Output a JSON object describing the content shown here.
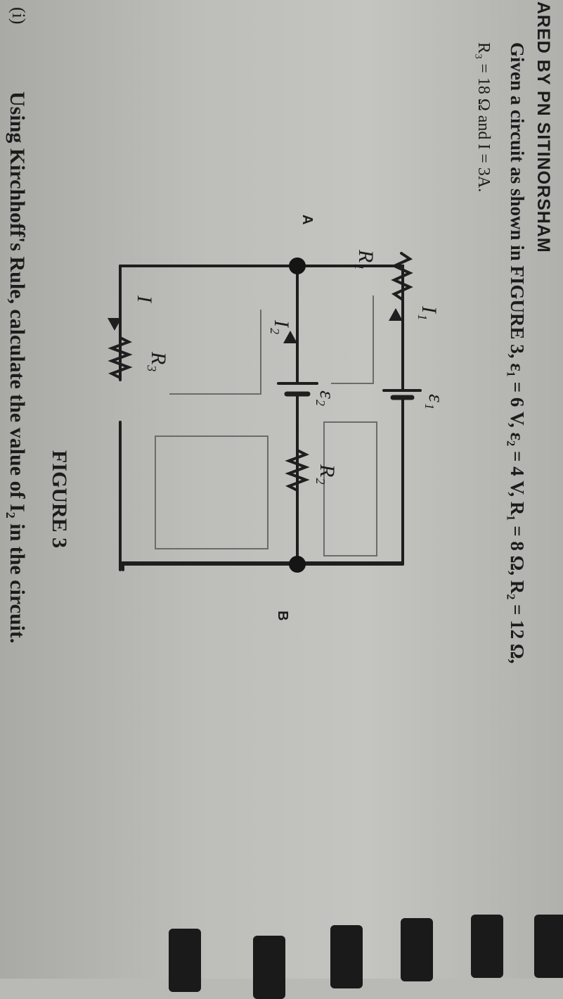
{
  "header": "ARED BY PN SITINORSHAM",
  "problem": {
    "line1": "Given a circuit as shown in FIGURE 3, ε₁ = 6 V, ε₂ = 4 V, R₁ = 8 Ω, R₂ = 12 Ω,",
    "line2": "R₃ = 18 Ω and I = 3A."
  },
  "figure": {
    "caption": "FIGURE 3",
    "labels": {
      "R1": "R₁",
      "R2": "R₂",
      "R3": "R₃",
      "e1": "ε₁",
      "e2": "ε₂",
      "I": "I",
      "I1": "I₁",
      "I2": "I₂",
      "A": "A",
      "B": "B"
    }
  },
  "question": {
    "number": "(i)",
    "text": "Using Kirchhoff's Rule, calculate the value of I₂ in the circuit."
  }
}
